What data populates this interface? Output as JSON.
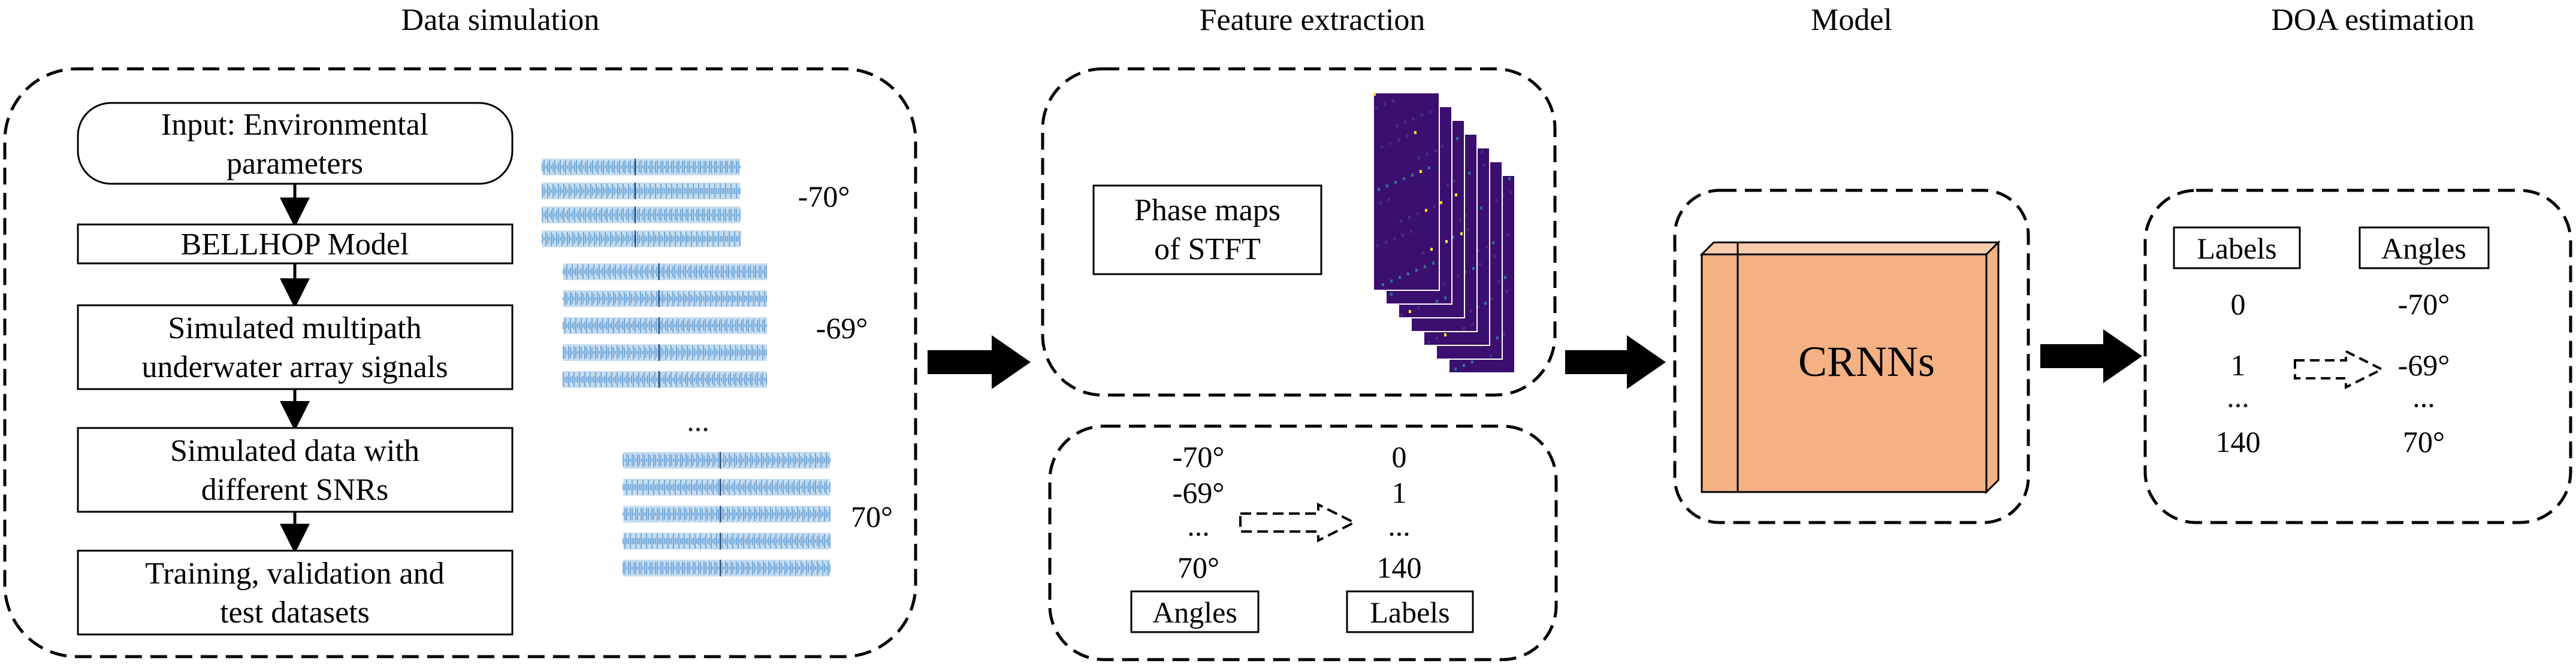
{
  "sections": {
    "data_simulation": "Data simulation",
    "feature_extraction": "Feature extraction",
    "model": "Model",
    "doa_estimation": "DOA estimation"
  },
  "flow": {
    "input_line1": "Input: Environmental",
    "input_line2": "parameters",
    "bellhop": "BELLHOP Model",
    "multipath_line1": "Simulated multipath",
    "multipath_line2": "underwater array signals",
    "snr_line1": "Simulated data with",
    "snr_line2": "different SNRs",
    "datasets_line1": "Training, validation and",
    "datasets_line2": "test datasets"
  },
  "signals": {
    "angle_top": "-70°",
    "angle_mid": "-69°",
    "ellipsis": "...",
    "angle_bottom": "70°"
  },
  "feature": {
    "phase_line1": "Phase maps",
    "phase_line2": "of STFT"
  },
  "mapping_left": {
    "angles": [
      "-70°",
      "-69°",
      "...",
      "70°"
    ],
    "labels": [
      "0",
      "1",
      "...",
      "140"
    ],
    "angles_header": "Angles",
    "labels_header": "Labels"
  },
  "model": {
    "name": "CRNNs"
  },
  "doa": {
    "labels_header": "Labels",
    "angles_header": "Angles",
    "labels": [
      "0",
      "1",
      "...",
      "140"
    ],
    "angles": [
      "-70°",
      "-69°",
      "...",
      "70°"
    ]
  },
  "colors": {
    "signal": "#5b9bd5",
    "crnn_fill": "#f4b183",
    "crnn_side": "#f8cbad",
    "crnn_edge": "#000000",
    "stft_dark": "#3b0f70",
    "stft_bright": "#fde725"
  }
}
